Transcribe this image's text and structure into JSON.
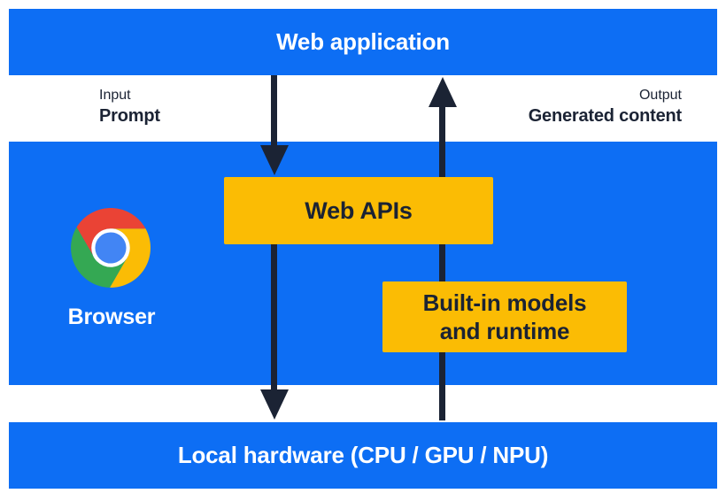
{
  "title_bar": {
    "label": "Web application"
  },
  "flow_labels": {
    "left": {
      "caption": "Input",
      "value": "Prompt"
    },
    "right": {
      "caption": "Output",
      "value": "Generated content"
    }
  },
  "browser_panel": {
    "icon": "chrome-browser-icon",
    "label": "Browser",
    "web_apis_box_label": "Web APIs",
    "builtin_box_line1": "Built-in models",
    "builtin_box_line2": "and runtime"
  },
  "hardware_bar": {
    "label": "Local hardware (CPU / GPU / NPU)"
  },
  "arrows": {
    "down": "prompt-flow-down-arrow",
    "up": "generated-content-up-arrow"
  },
  "colors": {
    "blue": "#0D6EF4",
    "yellow": "#FBBC04",
    "navy": "#1B2334",
    "white": "#FFFFFF",
    "chrome-red": "#EA4335",
    "chrome-yellow": "#FBBC05",
    "chrome-green": "#34A853",
    "chrome-blue": "#4285F4"
  }
}
